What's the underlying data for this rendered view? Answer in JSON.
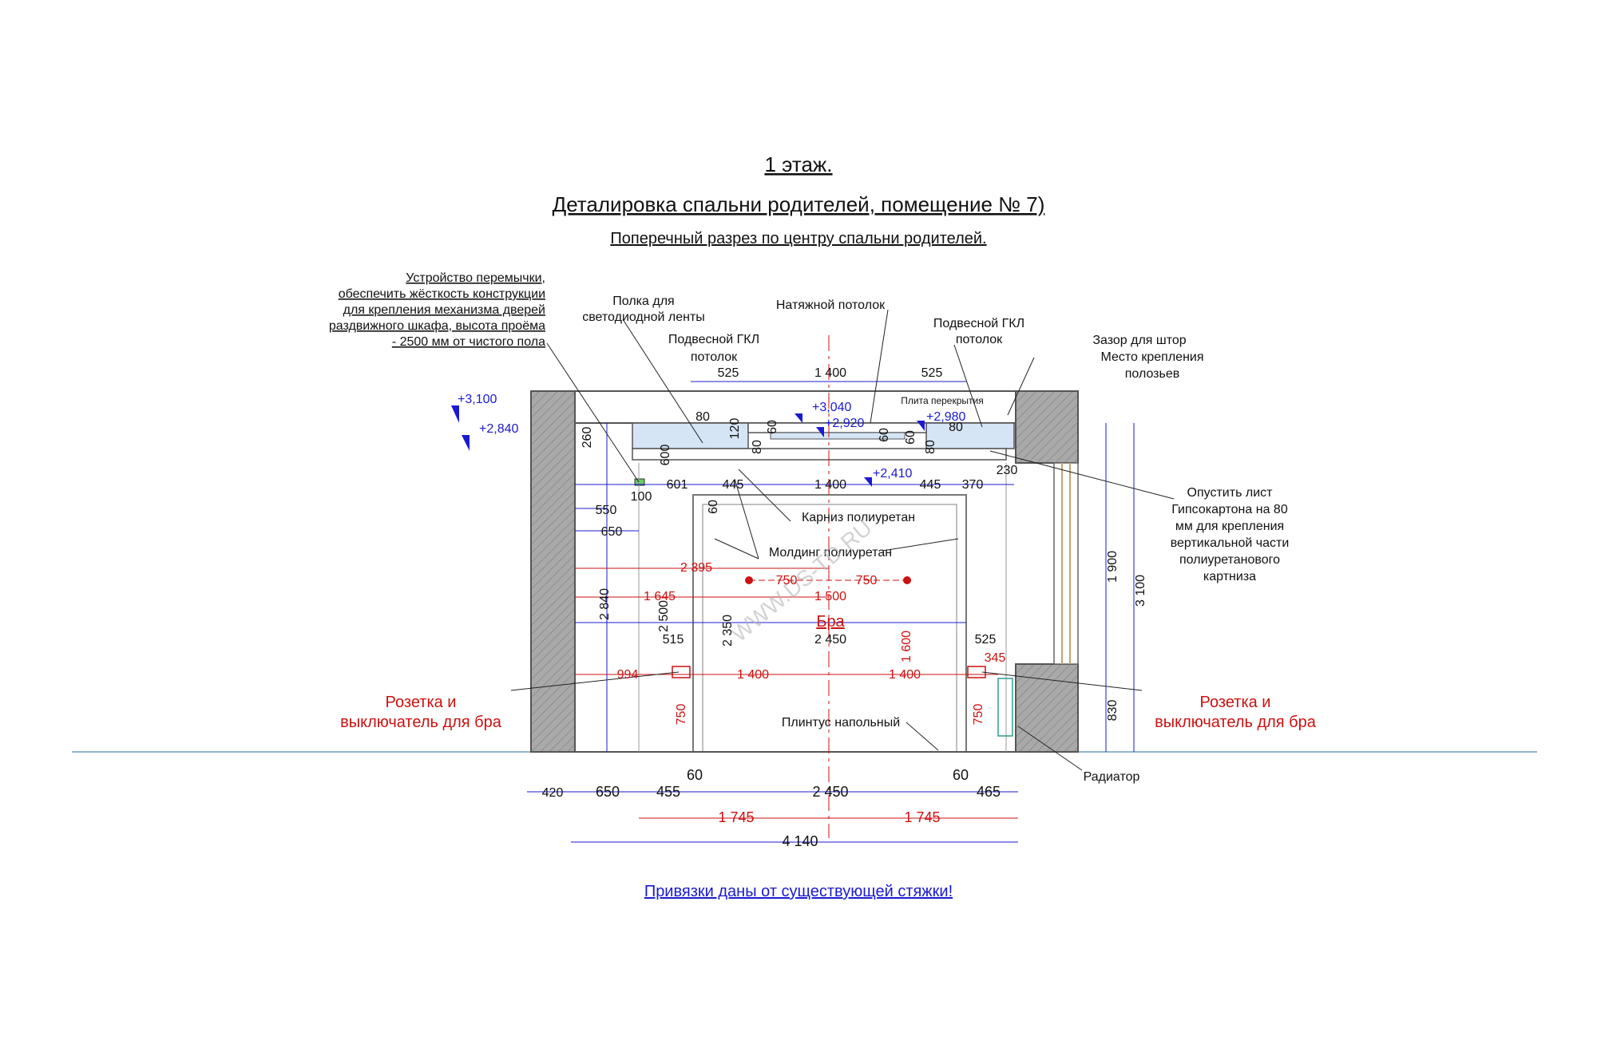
{
  "header": {
    "floor": "1 этаж.",
    "title": "Деталировка  спальни родителей, помещение  № 7)",
    "subtitle": "Поперечный разрез по центру спальни родителей."
  },
  "callouts": {
    "lintel": [
      "Устройство перемычки,",
      "обеспечить жёсткость конструкции",
      "для  крепления механизма дверей",
      "раздвижного шкафа, высота проёма",
      "- 2500 мм от чистого пола"
    ],
    "shelf": [
      "Полка для",
      "светодиодной ленты"
    ],
    "stretch_ceiling": "Натяжной потолок",
    "gkl_left": [
      "Подвесной ГКЛ",
      "потолок"
    ],
    "gkl_right": [
      "Подвесной ГКЛ",
      "потолок"
    ],
    "curtain_gap": [
      "Зазор для штор",
      "Место крепления",
      "полозьев"
    ],
    "slab": "Плита перекрытия",
    "cornice": "Карниз полиуретан",
    "molding": "Молдинг полиуретан",
    "drywall_note": [
      "Опустить лист",
      "Гипсокартона на  80",
      "мм для крепления",
      "вертикальной части",
      "полиуретанового",
      "картниза"
    ],
    "sconce": "Бра",
    "socket_left": [
      "Розетка  и",
      "выключатель для бра"
    ],
    "socket_right": [
      "Розетка  и",
      "выключатель для бра"
    ],
    "baseboard": "Плинтус напольный",
    "radiator": "Радиатор",
    "footnote": "Привязки даны от существующей стяжки!",
    "watermark": "WWW.DS-TD.RU"
  },
  "levels": {
    "l3100": "+3,100",
    "l2840": "+2,840",
    "l3040": "+3,040",
    "l2920": "+2,920",
    "l2980": "+2,980",
    "l2410": "+2,410"
  },
  "dims": {
    "top": [
      "525",
      "1 400",
      "525"
    ],
    "ceiling_small": [
      "80",
      "120",
      "60",
      "80",
      "60",
      "60",
      "80",
      "80"
    ],
    "d260": "260",
    "d600": "600",
    "d100": "100",
    "row_cornice": [
      "601",
      "445",
      "1 400",
      "445",
      "370"
    ],
    "d230": "230",
    "d60_frame": "60",
    "d550": "550",
    "d650": "650",
    "d2395": "2 395",
    "d1645": "1 645",
    "d2840": "2 840",
    "d2500": "2 500",
    "d2350": "2 350",
    "sconce_row": [
      "750",
      "1 500",
      "750"
    ],
    "row_2450": [
      "515",
      "2 450",
      "525"
    ],
    "d1600": "1 600",
    "d345": "345",
    "socket_row": [
      "994",
      "1 400",
      "1 400"
    ],
    "d750_left": "750",
    "d750_right": "750",
    "d1900": "1 900",
    "d3100": "3 100",
    "d830": "830",
    "bottom_60": [
      "60",
      "60"
    ],
    "bottom_row": [
      "420",
      "650",
      "455",
      "2 450",
      "465"
    ],
    "red_row": [
      "1 745",
      "1 745"
    ],
    "total": "4 140"
  },
  "colors": {
    "wall": "#a9a9a9",
    "ceiling_fill": "#d5e5f5",
    "dim_blue": "#1a1ad0",
    "dim_red": "#cc1111",
    "outline": "#555555"
  }
}
